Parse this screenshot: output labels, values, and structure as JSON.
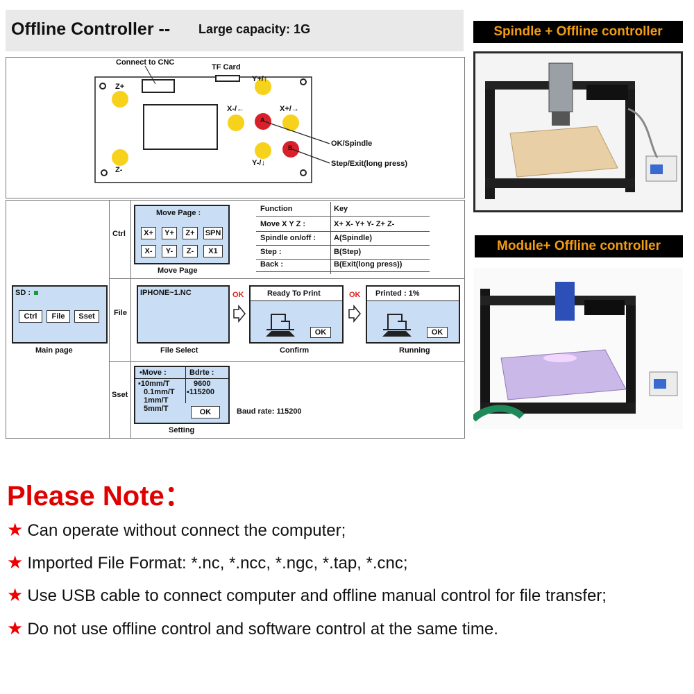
{
  "header": {
    "title": "Offline Controller --",
    "subtitle": "Large capacity: 1G"
  },
  "board": {
    "connect_label": "Connect to CNC",
    "tf_label": "TF Card",
    "zplus": "Z+",
    "zminus": "Z-",
    "yplus": "Y+/↑",
    "yminus": "Y-/↓",
    "xminus": "X-/←",
    "xplus": "X+/→",
    "btn_a": "A",
    "btn_b": "B",
    "ok_label": "OK/Spindle",
    "step_label": "Step/Exit(long press)"
  },
  "menu": {
    "ctrl": "Ctrl",
    "file": "File",
    "sset": "Sset",
    "main_sd": "SD :",
    "main_buttons": [
      "Ctrl",
      "File",
      "Sset"
    ],
    "main_caption": "Main page",
    "move_title": "Move Page :",
    "move_keys_row1": [
      "X+",
      "Y+",
      "Z+",
      "SPN"
    ],
    "move_keys_row2": [
      "X-",
      "Y-",
      "Z-",
      "X1"
    ],
    "move_caption": "Move Page",
    "table_headers": [
      "Function",
      "Key"
    ],
    "table_rows": [
      [
        "Move X Y Z :",
        "X+  X-  Y+  Y-  Z+  Z-"
      ],
      [
        "Spindle on/off :",
        "A(Spindle)"
      ],
      [
        "Step :",
        "B(Step)"
      ],
      [
        "Back :",
        "B(Exit(long press))"
      ]
    ],
    "file_item": "IPHONE~1.NC",
    "file_caption": "File Select",
    "ok_arrow1": "OK",
    "ok_arrow2": "OK",
    "confirm_title": "Ready To Print",
    "confirm_ok": "OK",
    "confirm_caption": "Confirm",
    "running_title": "Printed : 1%",
    "running_ok": "OK",
    "running_caption": "Running",
    "set_move": "Move :",
    "set_bdrte": "Bdrte :",
    "set_moves": [
      "10mm/T",
      "0.1mm/T",
      "1mm/T",
      "5mm/T"
    ],
    "set_bauds": [
      "9600",
      "115200"
    ],
    "set_ok": "OK",
    "set_caption": "Setting",
    "baud_note": "Baud rate: 115200"
  },
  "photos": {
    "spindle_label": "Spindle + Offline controller",
    "module_label": "Module+ Offline controller"
  },
  "note": {
    "title": "Please Note",
    "colon": "：",
    "items": [
      "Can operate without connect the computer;",
      "Imported File Format: *.nc, *.ncc, *.ngc, *.tap, *.cnc;",
      "Use USB cable to connect computer and offline manual control for file transfer;",
      "Do not use offline  control and software control at the same time."
    ]
  },
  "colors": {
    "accent_orange": "#f39c12",
    "note_red": "#e00000",
    "button_yellow": "#f7d21c",
    "button_red": "#d8202a",
    "screen_blue": "#c9def5"
  }
}
